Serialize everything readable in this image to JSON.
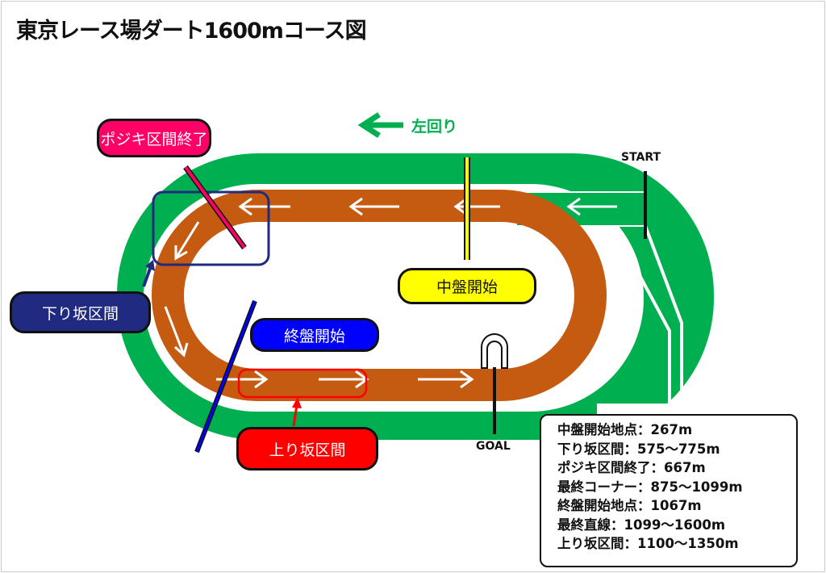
{
  "title": "東京レース場ダート1600mコース図",
  "direction": "左回り",
  "start_label": "START",
  "goal_label": "GOAL",
  "labels": {
    "pojiki_end": "ポジキ区間終了",
    "downhill": "下り坂区間",
    "midgame_start": "中盤開始",
    "endgame_start": "終盤開始",
    "uphill": "上り坂区間"
  },
  "info_lines": [
    "中盤開始地点：267m",
    "下り坂区間：575〜775m",
    "ポジキ区間終了：667m",
    "最終コーナー：875〜1099m",
    "終盤開始地点：1067m",
    "最終直線：1099〜1600m",
    "上り坂区間：1100〜1350m"
  ],
  "colors": {
    "turf": "#00b050",
    "dirt": "#c55a11",
    "pink": "#ff0066",
    "navy": "#1f2a80",
    "yellow": "#ffff00",
    "blue": "#0000ff",
    "red": "#ff0000"
  }
}
